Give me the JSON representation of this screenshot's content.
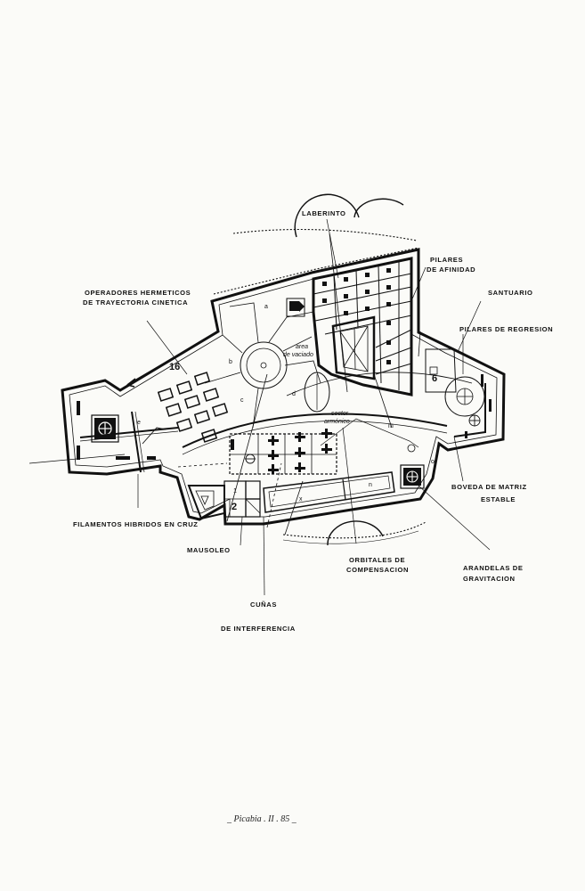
{
  "labels": {
    "laberinto": "LABERINTO",
    "pilares_afinidad_1": "PILARES",
    "pilares_afinidad_2": "DE AFINIDAD",
    "santuario": "SANTUARIO",
    "pilares_regresion": "PILARES DE REGRESION",
    "operadores_1": "OPERADORES HERMETICOS",
    "operadores_2": "DE TRAYECTORIA CINETICA",
    "filamentos": "FILAMENTOS HIBRIDOS EN CRUZ",
    "mausoleo": "MAUSOLEO",
    "orbitales_1": "ORBITALES DE",
    "orbitales_2": "COMPENSACION",
    "arandelas_1": "ARANDELAS DE",
    "arandelas_2": "GRAVITACION",
    "boveda_1": "BOVEDA DE MATRIZ",
    "boveda_2": "ESTABLE",
    "cunas_1": "CUÑAS",
    "cunas_2": "DE INTERFERENCIA"
  },
  "plan_marks": {
    "area_1": "area",
    "area_2": "de vaciado",
    "sector_1": "sector",
    "sector_2": "armónico",
    "a": "a",
    "b": "b",
    "c": "c",
    "d": "d",
    "e": "e",
    "m": "m",
    "n": "n",
    "x": "x",
    "o": "o",
    "n16": "16",
    "n6": "6",
    "n1": "1",
    "n2": "2"
  },
  "signature": "_ Picabia . II . 85 _",
  "colors": {
    "ink": "#111111",
    "paper": "#fbfbf8"
  }
}
